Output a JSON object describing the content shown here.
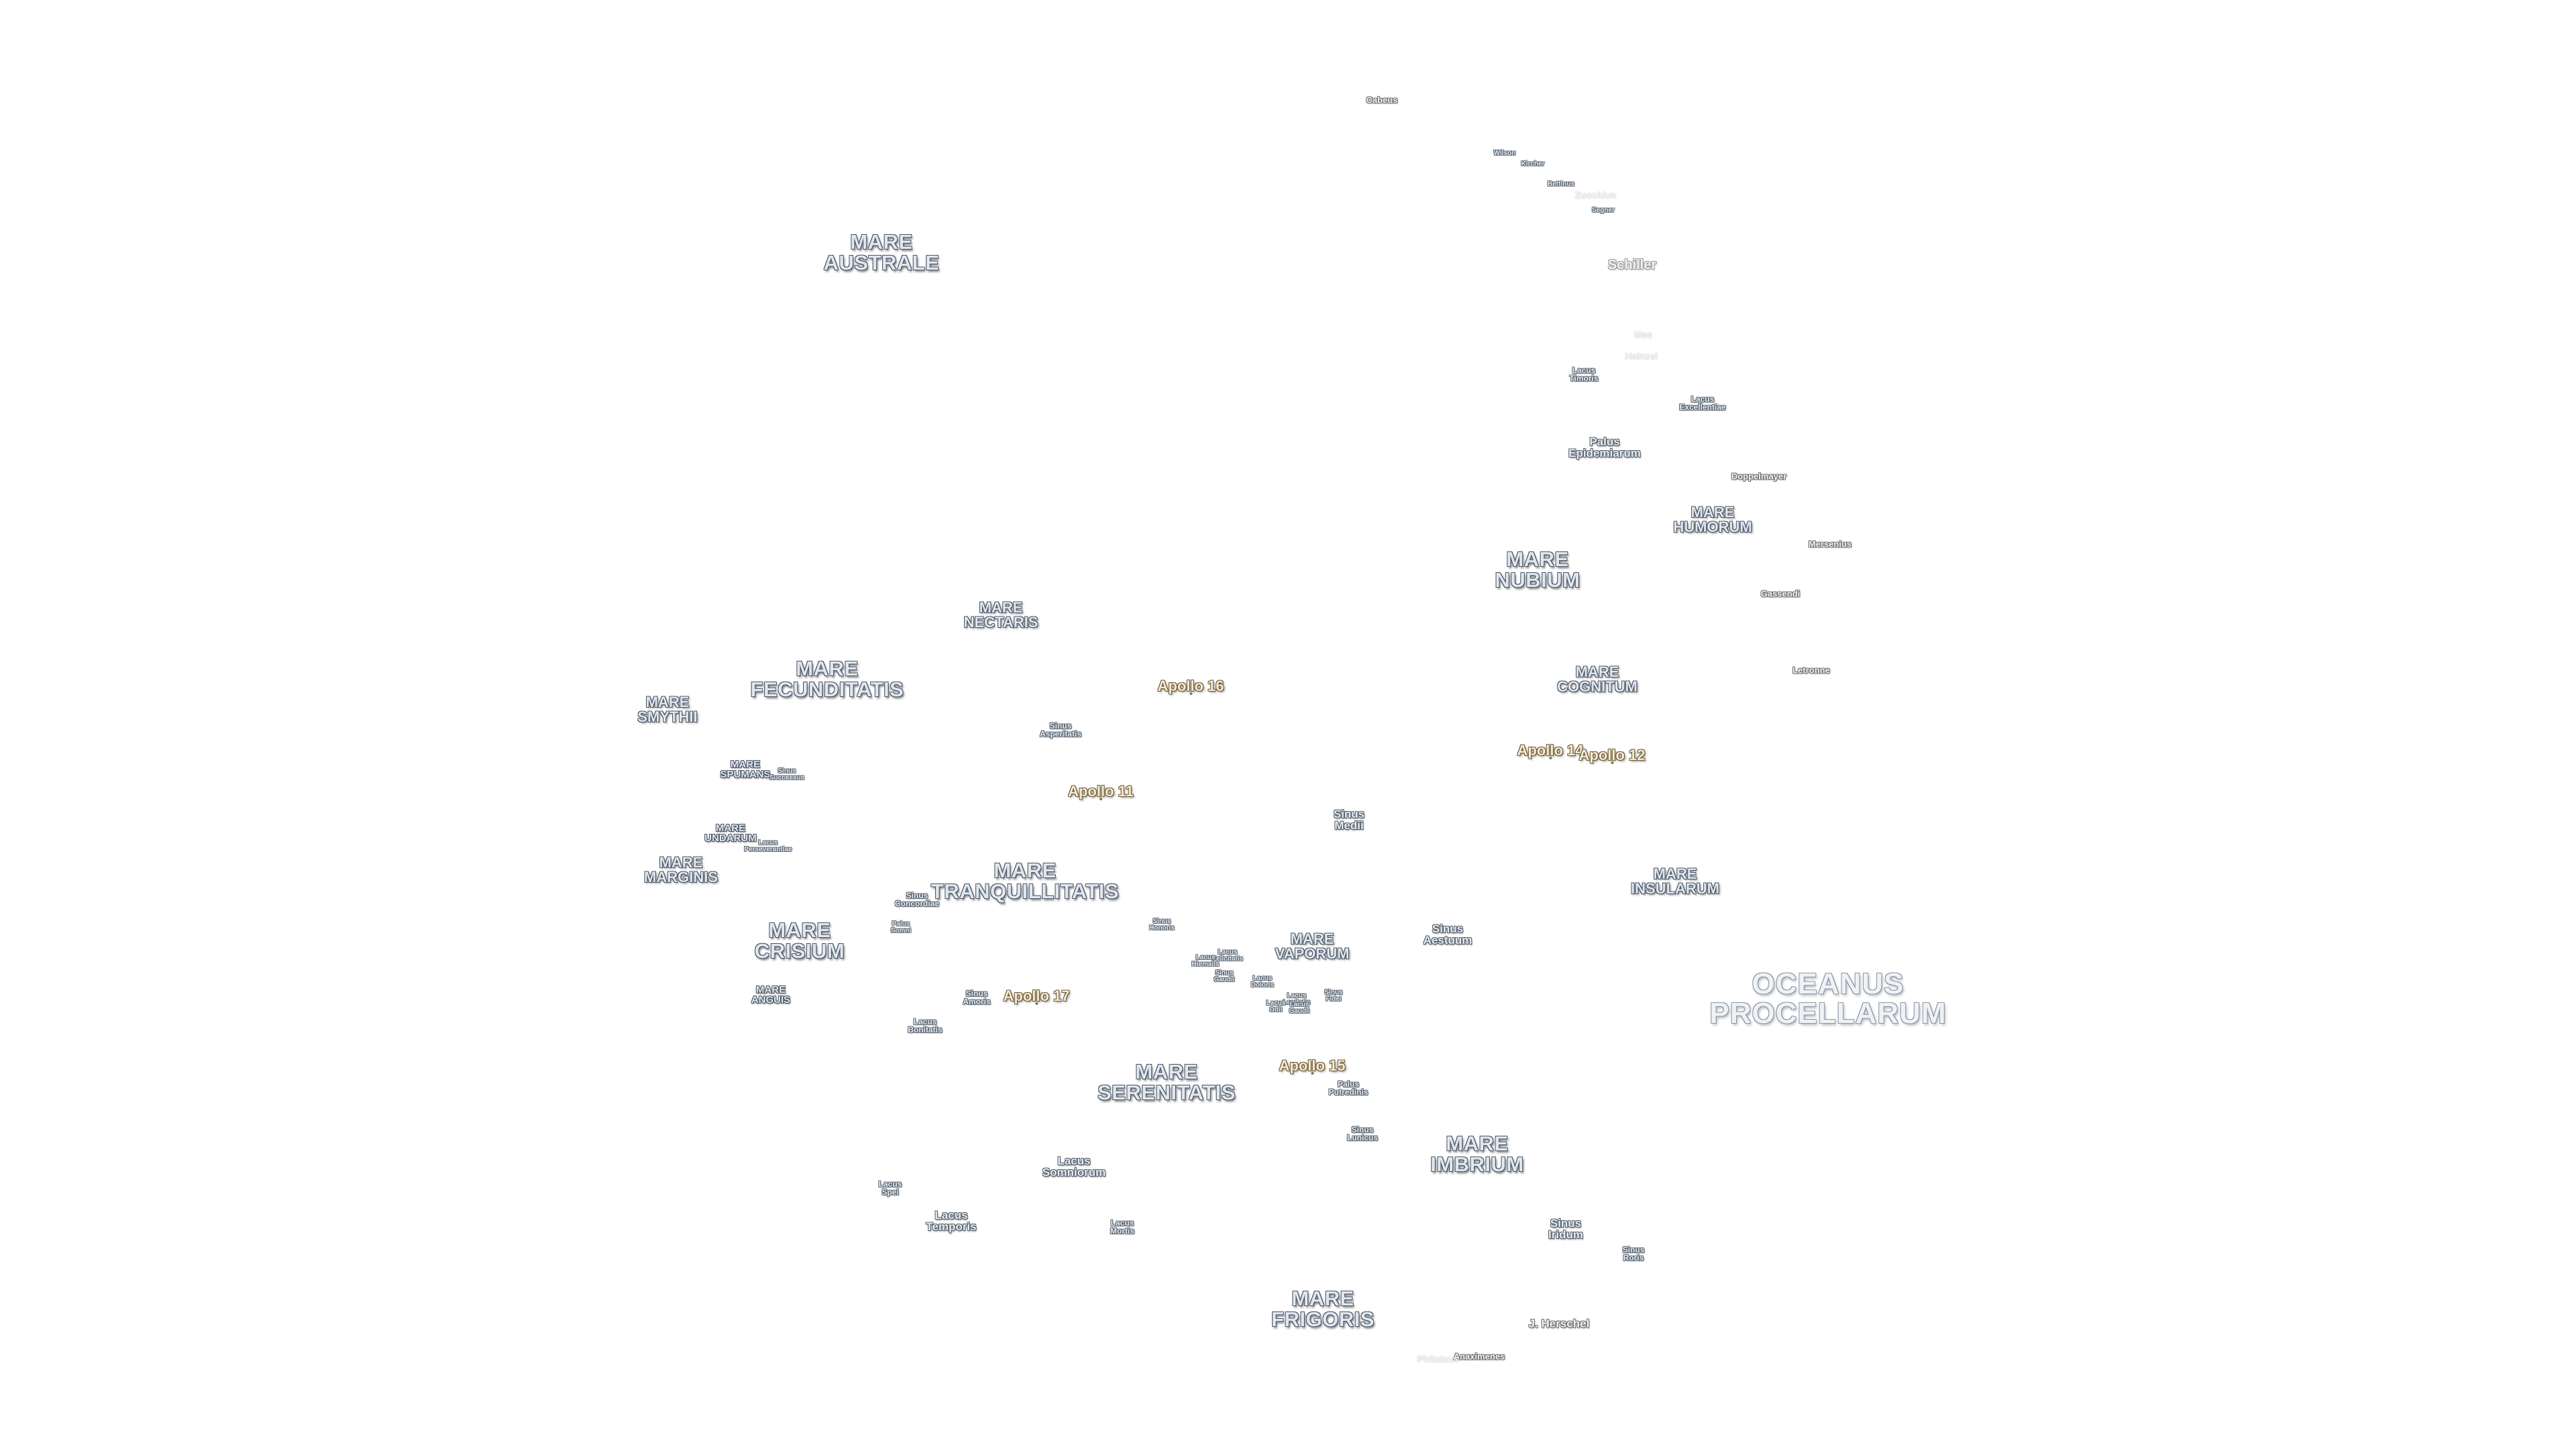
{
  "map": {
    "labels": [
      {
        "id": "cabeus",
        "text": "Cabeus"
      },
      {
        "id": "wilson",
        "text": "Wilson"
      },
      {
        "id": "kircher",
        "text": "Kircher"
      },
      {
        "id": "bettinus",
        "text": "Bettinus"
      },
      {
        "id": "zucchius",
        "text": "Zucchius"
      },
      {
        "id": "segner",
        "text": "Segner"
      },
      {
        "id": "schiller",
        "text": "Schiller"
      },
      {
        "id": "mee",
        "text": "Mee"
      },
      {
        "id": "hainzel",
        "text": "Hainzel"
      },
      {
        "id": "lacus-timoris",
        "text": "Lacus\nTimoris"
      },
      {
        "id": "lacus-excellentiae",
        "text": "Lacus\nExcellentiae"
      },
      {
        "id": "palus-epidemiarum",
        "text": "Palus\nEpidemiarum"
      },
      {
        "id": "doppelmayer",
        "text": "Doppelmayer"
      },
      {
        "id": "mare-humorum",
        "text": "MARE\nHUMORUM"
      },
      {
        "id": "mersenius",
        "text": "Mersenius"
      },
      {
        "id": "mare-nubium",
        "text": "MARE\nNUBIUM"
      },
      {
        "id": "gassendi",
        "text": "Gassendi"
      },
      {
        "id": "mare-australe",
        "text": "MARE\nAUSTRALE"
      },
      {
        "id": "mare-nectaris",
        "text": "MARE\nNECTARIS"
      },
      {
        "id": "mare-fecunditatis",
        "text": "MARE\nFECUNDITATIS"
      },
      {
        "id": "apollo-16",
        "text": "Apollo 16"
      },
      {
        "id": "mare-cognitum",
        "text": "MARE\nCOGNITUM"
      },
      {
        "id": "letronne",
        "text": "Letronne"
      },
      {
        "id": "mare-smythii",
        "text": "MARE\nSMYTHII"
      },
      {
        "id": "sinus-asperitatis",
        "text": "Sinus\nAsperitatis"
      },
      {
        "id": "apollo-14",
        "text": "Apollo 14"
      },
      {
        "id": "apollo-12",
        "text": "Apollo 12"
      },
      {
        "id": "mare-spumans",
        "text": "MARE\nSPUMANS"
      },
      {
        "id": "sinus-successus",
        "text": "Sinus\nSuccessus"
      },
      {
        "id": "apollo-11",
        "text": "Apollo 11"
      },
      {
        "id": "sinus-medii",
        "text": "Sinus\nMedii"
      },
      {
        "id": "mare-undarum",
        "text": "MARE\nUNDARUM"
      },
      {
        "id": "lacus-perseverantiae",
        "text": "Lacus\nPerseverantiae"
      },
      {
        "id": "mare-marginis",
        "text": "MARE\nMARGINIS"
      },
      {
        "id": "mare-tranquillitatis",
        "text": "MARE\nTRANQUILLITATIS"
      },
      {
        "id": "mare-insularum",
        "text": "MARE\nINSULARUM"
      },
      {
        "id": "sinus-concordiae",
        "text": "Sinus\nConcordiae"
      },
      {
        "id": "palus-somni",
        "text": "Palus\nSomni"
      },
      {
        "id": "sinus-honoris",
        "text": "Sinus\nHonoris"
      },
      {
        "id": "sinus-aestuum",
        "text": "Sinus\nAestuum"
      },
      {
        "id": "mare-crisium",
        "text": "MARE\nCRISIUM"
      },
      {
        "id": "mare-vaporum",
        "text": "MARE\nVAPORUM"
      },
      {
        "id": "lacus-felicitatis",
        "text": "Lacus\nFelicitatis"
      },
      {
        "id": "lacus-hiemalis",
        "text": "Lacus\nHiemalis"
      },
      {
        "id": "sinus-lunicus-small",
        "text": "Sinus\nGaudii"
      },
      {
        "id": "lacus-doloris",
        "text": "Lacus\nDoloris"
      },
      {
        "id": "oceanus-procellarum",
        "text": "OCEANUS\nPROCELLARUM"
      },
      {
        "id": "mare-anguis",
        "text": "MARE\nANGUIS"
      },
      {
        "id": "sinus-amoris",
        "text": "Sinus\nAmoris"
      },
      {
        "id": "apollo-17",
        "text": "Apollo 17"
      },
      {
        "id": "lacus-lenitatis",
        "text": "Lacus\nLenitatis"
      },
      {
        "id": "sinus-fidei",
        "text": "Sinus\nFidei"
      },
      {
        "id": "lacus-odii",
        "text": "Lacus\nOdii"
      },
      {
        "id": "lacus-gaudii",
        "text": "Lacus\nGaudii"
      },
      {
        "id": "lacus-bonitatis",
        "text": "Lacus\nBonitatis"
      },
      {
        "id": "apollo-15",
        "text": "Apollo 15"
      },
      {
        "id": "mare-serenitatis",
        "text": "MARE\nSERENITATIS"
      },
      {
        "id": "palus-putredinis",
        "text": "Palus\nPutredinis"
      },
      {
        "id": "sinus-lunicus",
        "text": "Sinus\nLunicus"
      },
      {
        "id": "mare-imbrium",
        "text": "MARE\nIMBRIUM"
      },
      {
        "id": "lacus-somniorum",
        "text": "Lacus\nSomniorum"
      },
      {
        "id": "lacus-spei",
        "text": "Lacus\nSpei"
      },
      {
        "id": "lacus-temporis",
        "text": "Lacus\nTemporis"
      },
      {
        "id": "lacus-mortis",
        "text": "Lacus\nMortis"
      },
      {
        "id": "sinus-iridum",
        "text": "Sinus\nIridum"
      },
      {
        "id": "sinus-roris",
        "text": "Sinus\nRoris"
      },
      {
        "id": "mare-frigoris",
        "text": "MARE\nFRIGORIS"
      },
      {
        "id": "j-herschel",
        "text": "J. Herschel"
      },
      {
        "id": "anaximenes",
        "text": "Anaximenes"
      },
      {
        "id": "philolaus",
        "text": "Philolaus"
      }
    ]
  }
}
